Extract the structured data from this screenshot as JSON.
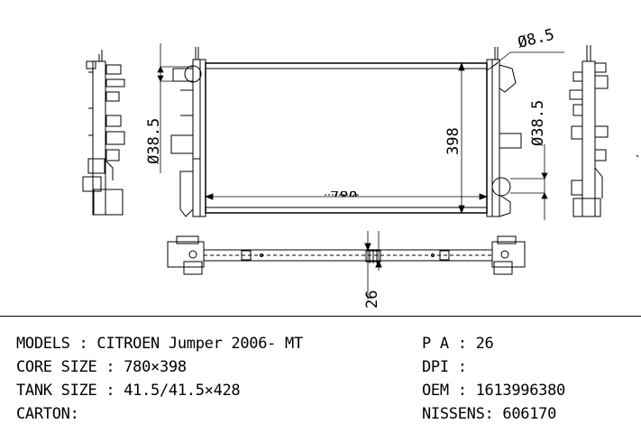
{
  "drawing": {
    "dimensions": {
      "pipe_diameter": "Ø8.5",
      "left_inlet": "Ø38.5",
      "right_outlet": "Ø38.5",
      "core_height": "398",
      "core_width_partial": "780",
      "thickness": "26"
    }
  },
  "specs": {
    "models": "MODELS : CITROEN Jumper 2006- MT",
    "core_size": "CORE SIZE : 780×398",
    "tank_size": "TANK SIZE : 41.5/41.5×428",
    "carton": "CARTON:",
    "pa": "P A : 26",
    "dpi": "DPI :",
    "oem": "OEM : 1613996380",
    "nissens": "NISSENS: 606170"
  }
}
